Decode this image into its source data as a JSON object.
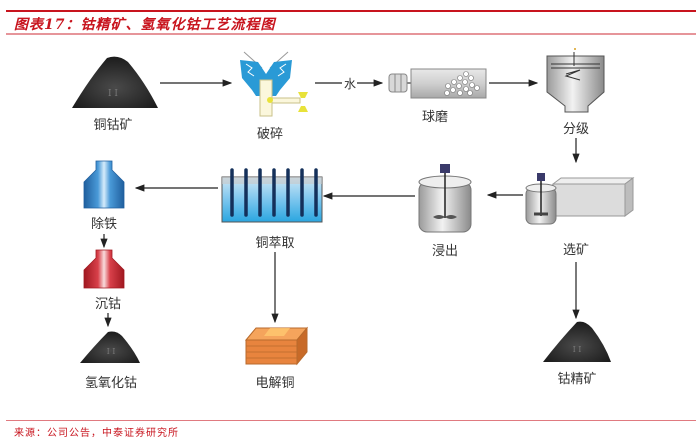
{
  "figure": {
    "title": "图表17：钴精矿、氢氧化钴工艺流程图",
    "source": "来源：公司公告，中泰证券研究所",
    "accent_color": "#c8141e"
  },
  "nodes": {
    "copper_cobalt_ore": "铜钴矿",
    "crushing": "破碎",
    "water": "水",
    "ball_mill": "球磨",
    "classification": "分级",
    "beneficiation": "选矿",
    "cobalt_concentrate": "钴精矿",
    "leaching": "浸出",
    "copper_extraction": "铜萃取",
    "electrolytic_copper": "电解铜",
    "iron_removal": "除铁",
    "cobalt_precipitation": "沉钴",
    "cobalt_hydroxide": "氢氧化钴"
  },
  "flow": [
    [
      "copper_cobalt_ore",
      "crushing"
    ],
    [
      "crushing",
      "ball_mill"
    ],
    [
      "ball_mill",
      "classification"
    ],
    [
      "classification",
      "beneficiation"
    ],
    [
      "beneficiation",
      "cobalt_concentrate"
    ],
    [
      "beneficiation",
      "leaching"
    ],
    [
      "leaching",
      "copper_extraction"
    ],
    [
      "copper_extraction",
      "electrolytic_copper"
    ],
    [
      "copper_extraction",
      "iron_removal"
    ],
    [
      "iron_removal",
      "cobalt_precipitation"
    ],
    [
      "cobalt_precipitation",
      "cobalt_hydroxide"
    ]
  ]
}
